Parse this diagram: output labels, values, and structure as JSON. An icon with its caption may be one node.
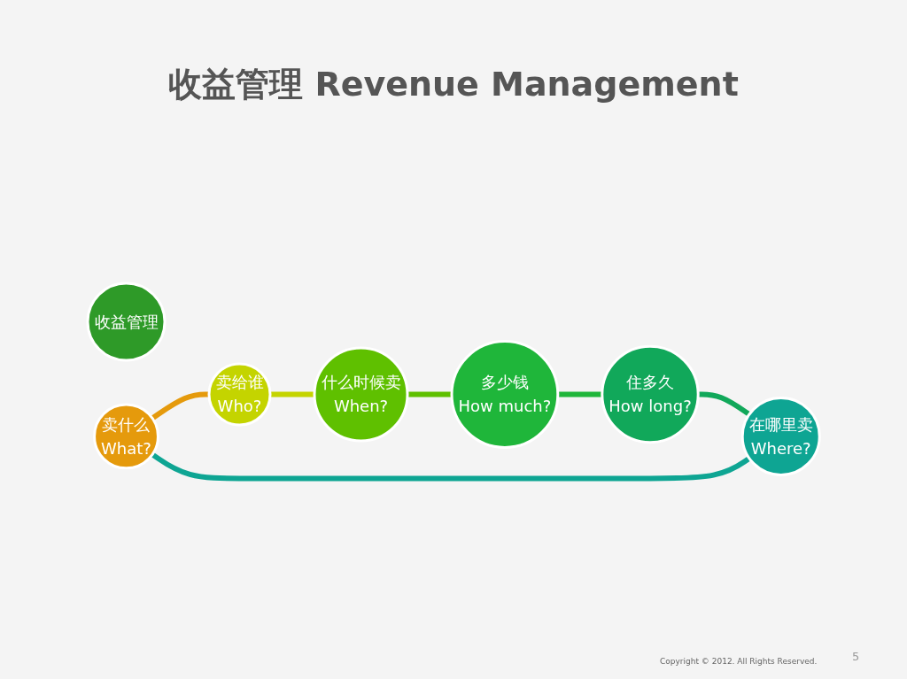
{
  "diagram": {
    "title": "收益管理 Revenue Management",
    "nodes": [
      {
        "text": [
          "收益管理"
        ]
      },
      {
        "text": [
          "卖什么",
          "What?"
        ]
      },
      {
        "text": [
          "卖给谁",
          "Who?"
        ]
      },
      {
        "text": [
          "什么时候卖",
          "When?"
        ]
      },
      {
        "text": [
          "多少钱",
          "How much?"
        ]
      },
      {
        "text": [
          "住多久",
          "How long?"
        ]
      },
      {
        "text": [
          "在哪里卖",
          "Where?"
        ]
      }
    ],
    "edges": [
      {
        "from": 1,
        "to": 2,
        "arrow": "none",
        "color": "#e59a0c"
      },
      {
        "from": 2,
        "to": 3,
        "arrow": "none",
        "color": "#c4d400"
      },
      {
        "from": 3,
        "to": 4,
        "arrow": "none",
        "color": "#5fc000"
      },
      {
        "from": 4,
        "to": 5,
        "arrow": "none",
        "color": "#1fb63a"
      },
      {
        "from": 5,
        "to": 6,
        "arrow": "none",
        "color": "#11a85a"
      },
      {
        "from": 6,
        "to": 1,
        "arrow": "none",
        "color": "#0ea593"
      }
    ],
    "labels": [
      "Copyright © 2012. All Rights Reserved.",
      "5"
    ]
  }
}
